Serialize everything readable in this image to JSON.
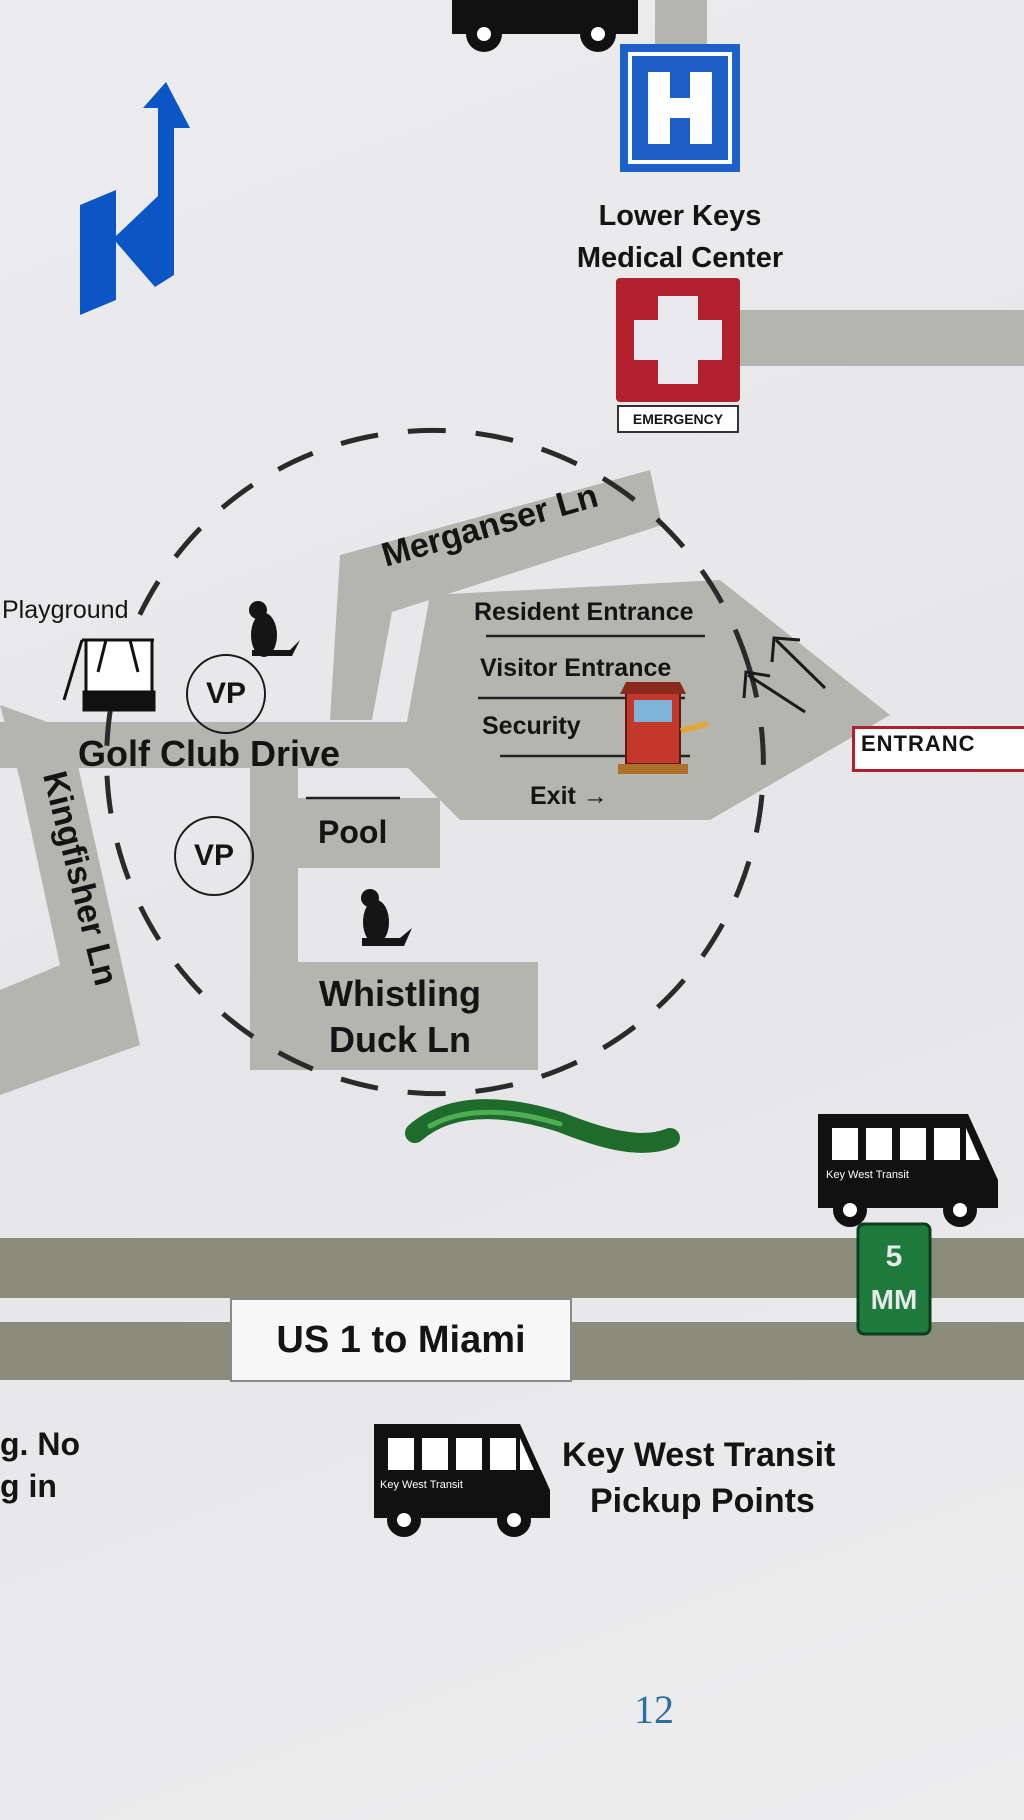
{
  "colors": {
    "road": "#b5b5b0",
    "highway": "#8c8c7c",
    "hospital_blue": "#1f5fc8",
    "emergency_red": "#b3202d",
    "north_blue": "#0b56c4",
    "mm_green": "#1f7a3d",
    "page_number": "#2b6f9e"
  },
  "icons": {
    "north": "north-arrow-icon",
    "hospital": "hospital-h-sign-icon",
    "emergency": "red-cross-emergency-icon",
    "dog": "dog-park-icon",
    "swing": "swing-set-icon",
    "bus": "bus-icon",
    "guard": "security-guard-booth-icon"
  },
  "labels": {
    "hospital_line1": "Lower Keys",
    "hospital_line2": "Medical Center",
    "emergency": "EMERGENCY",
    "playground": "Playground",
    "merganser": "Merganser Ln",
    "resident_entrance": "Resident Entrance",
    "visitor_entrance": "Visitor Entrance",
    "security": "Security",
    "exit": "Exit →",
    "golf_club": "Golf Club Drive",
    "vp": "VP",
    "pool": "Pool",
    "kingfisher": "Kingfisher Ln",
    "whistling_1": "Whistling",
    "whistling_2": "Duck Ln",
    "entrance_sign": "ENTRANC",
    "bus_text": "Key West Transit",
    "mm_1": "5",
    "mm_2": "MM",
    "us1": "US 1 to Miami",
    "legend_1": "Key West Transit",
    "legend_2": "Pickup Points",
    "cut_1": "g.  No",
    "cut_2": "g in",
    "page_number": "12"
  }
}
